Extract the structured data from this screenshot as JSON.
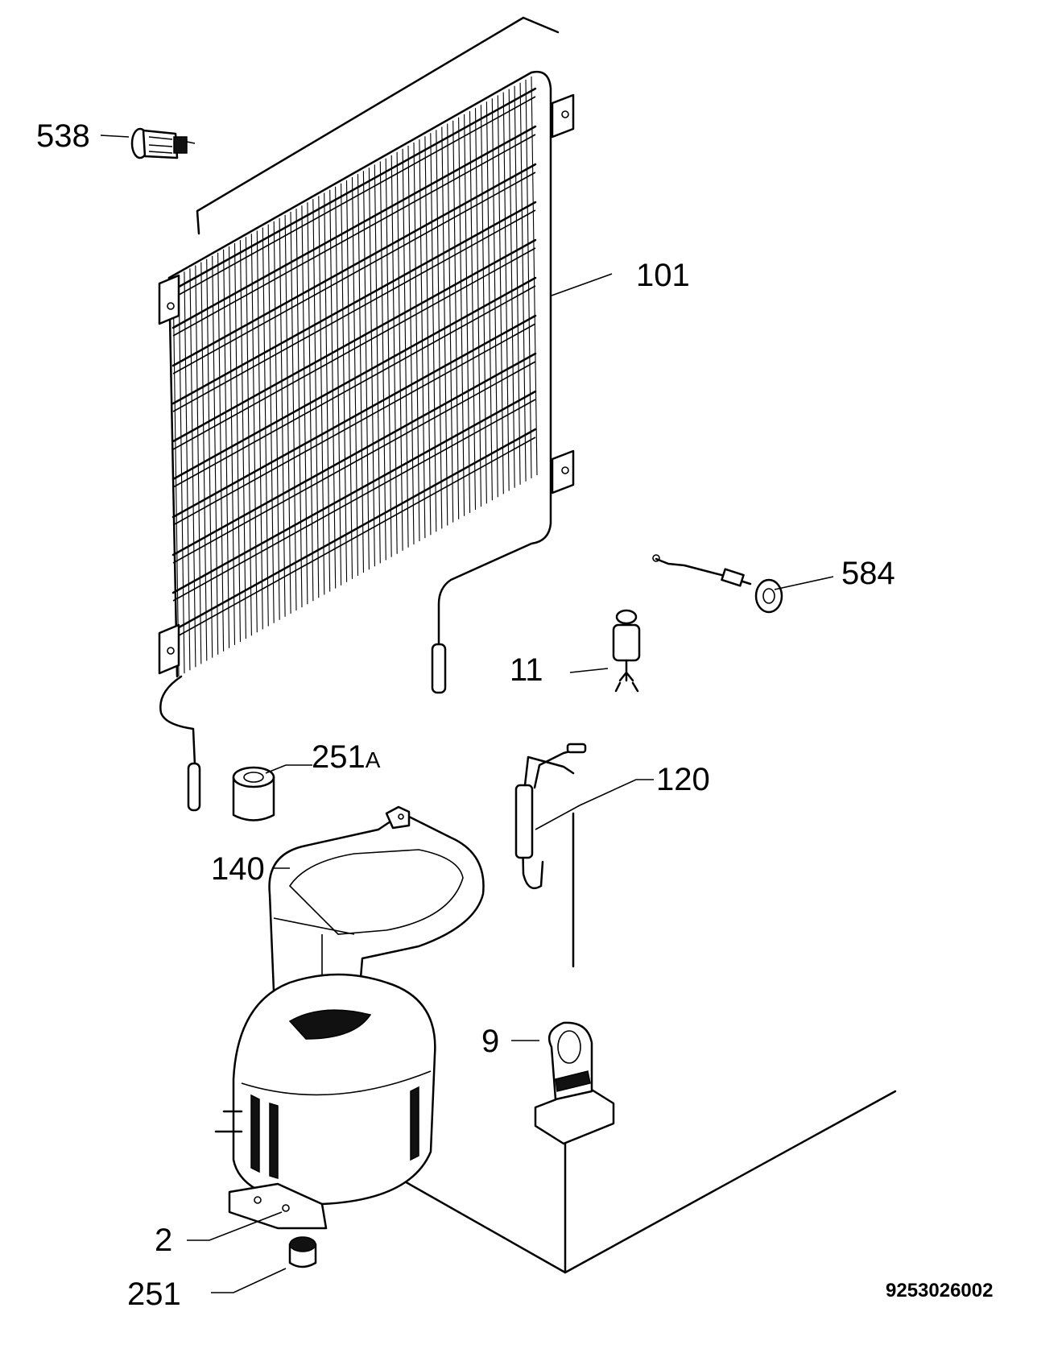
{
  "diagram": {
    "callouts": {
      "c538": "538",
      "c101": "101",
      "c584": "584",
      "c11": "11",
      "c251a_num": "251",
      "c251a_suffix": "A",
      "c120": "120",
      "c140": "140",
      "c9": "9",
      "c2": "2",
      "c251": "251"
    },
    "document_number": "9253026002"
  }
}
